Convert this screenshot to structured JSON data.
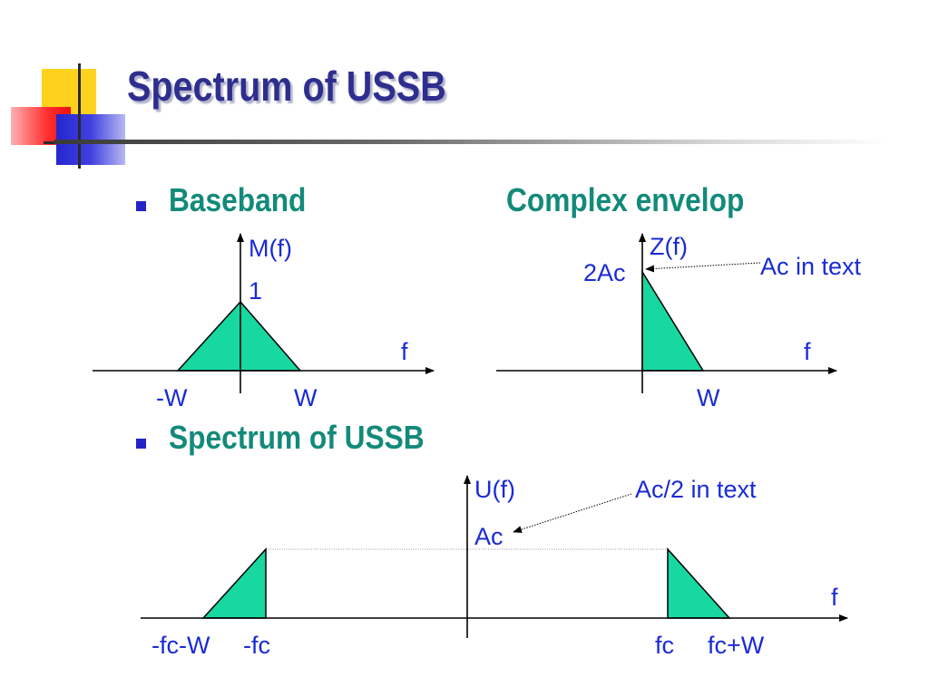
{
  "slide": {
    "title": "Spectrum of USSB"
  },
  "bullets": [
    {
      "label": "Baseband"
    },
    {
      "label": "Spectrum of USSB"
    }
  ],
  "column_heading": "Complex envelop",
  "colors": {
    "title": "#2e2e8f",
    "heading": "#138a7a",
    "label": "#1a2bd6",
    "fill": "#17d8a0",
    "bullet": "#2323c8"
  },
  "baseband_plot": {
    "y_label": "M(f)",
    "peak_label": "1",
    "x_label": "f",
    "left_tick": "-W",
    "right_tick": "W"
  },
  "envelope_plot": {
    "y_label": "Z(f)",
    "peak_label": "2Ac",
    "annotation": "Ac in text",
    "x_label": "f",
    "right_tick": "W"
  },
  "ussb_plot": {
    "y_label": "U(f)",
    "peak_label": "Ac",
    "annotation": "Ac/2 in text",
    "x_label": "f",
    "tick_labels": [
      "-fc-W",
      "-fc",
      "fc",
      "fc+W"
    ]
  }
}
